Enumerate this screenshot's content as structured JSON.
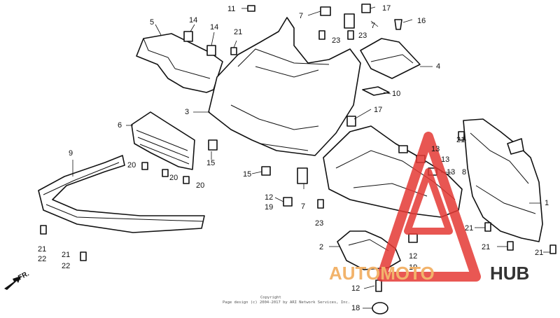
{
  "callouts": {
    "c1": "1",
    "c2": "2",
    "c3": "3",
    "c4": "4",
    "c5": "5",
    "c6": "6",
    "c7a": "7",
    "c7b": "7",
    "c7c": "7",
    "c8": "8",
    "c9": "9",
    "c10": "10",
    "c11": "11",
    "c12a": "12",
    "c12b": "12",
    "c12c": "12",
    "c13a": "13",
    "c13b": "13",
    "c13c": "13",
    "c14a": "14",
    "c14b": "14",
    "c15a": "15",
    "c15b": "15",
    "c16": "16",
    "c17a": "17",
    "c17b": "17",
    "c18": "18",
    "c19a": "19",
    "c19b": "19",
    "c20a": "20",
    "c20b": "20",
    "c20c": "20",
    "c21a": "21",
    "c21b": "21",
    "c21c": "21",
    "c21d": "21",
    "c21e": "21",
    "c21f": "21",
    "c21g": "21",
    "c22a": "22",
    "c22b": "22",
    "c23a": "23",
    "c23b": "23",
    "c23c": "23"
  },
  "front_indicator": "FR.",
  "copyright_line1": "Copyright",
  "copyright_line2": "Page design (c) 2004-2017 by ARI Network Services, Inc.",
  "watermark": {
    "part1": "AUTOMOTO",
    "part2": "HUB",
    "color_light": "#f2b36b",
    "color_dark": "#333333",
    "triangle_color": "#e53935"
  }
}
